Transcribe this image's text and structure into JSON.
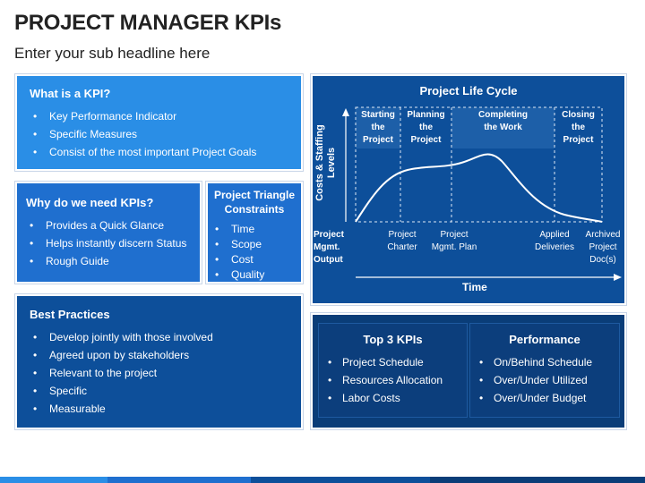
{
  "header": {
    "title": "PROJECT MANAGER KPIs",
    "subtitle": "Enter your sub headline here"
  },
  "what_is_kpi": {
    "heading": "What is a KPI?",
    "items": [
      "Key Performance Indicator",
      "Specific Measures",
      "Consist of the most important Project Goals"
    ]
  },
  "why_kpis": {
    "heading": "Why do we need KPIs?",
    "items": [
      "Provides a Quick Glance",
      "Helps instantly discern Status",
      "Rough Guide"
    ]
  },
  "triangle": {
    "heading_line1": "Project Triangle",
    "heading_line2": "Constraints",
    "items": [
      "Time",
      "Scope",
      "Cost",
      "Quality"
    ]
  },
  "best_practices": {
    "heading": "Best Practices",
    "items": [
      "Develop jointly with those involved",
      "Agreed upon by stakeholders",
      "Relevant to the project",
      "Specific",
      "Measurable"
    ]
  },
  "lifecycle": {
    "title": "Project Life Cycle",
    "ylabel_line1": "Costs & Staffing",
    "ylabel_line2": "Levels",
    "xlabel": "Time",
    "phases": [
      {
        "l1": "Starting",
        "l2": "the",
        "l3": "Project"
      },
      {
        "l1": "Planning",
        "l2": "the",
        "l3": "Project"
      },
      {
        "l1": "Completing",
        "l2": "the Work",
        "l3": ""
      },
      {
        "l1": "Closing",
        "l2": "the",
        "l3": "Project"
      }
    ],
    "milestones": [
      {
        "l1": "Project",
        "l2": "Mgmt.",
        "l3": "Output"
      },
      {
        "l1": "Project",
        "l2": "Charter",
        "l3": ""
      },
      {
        "l1": "Project",
        "l2": "Mgmt. Plan",
        "l3": ""
      },
      {
        "l1": "Applied",
        "l2": "Deliveries",
        "l3": ""
      },
      {
        "l1": "Archived",
        "l2": "Project",
        "l3": "Doc(s)"
      }
    ]
  },
  "kpis": {
    "top_heading": "Top 3 KPIs",
    "top_items": [
      "Project Schedule",
      "Resources Allocation",
      "Labor Costs"
    ],
    "perf_heading": "Performance",
    "perf_items": [
      "On/Behind Schedule",
      "Over/Under Utilized",
      "Over/Under Budget"
    ]
  },
  "colors": {
    "light_blue": "#2a8ee6",
    "mid_blue": "#1f6fcf",
    "dark_blue": "#0d4f9a",
    "navy": "#0a3d78"
  }
}
